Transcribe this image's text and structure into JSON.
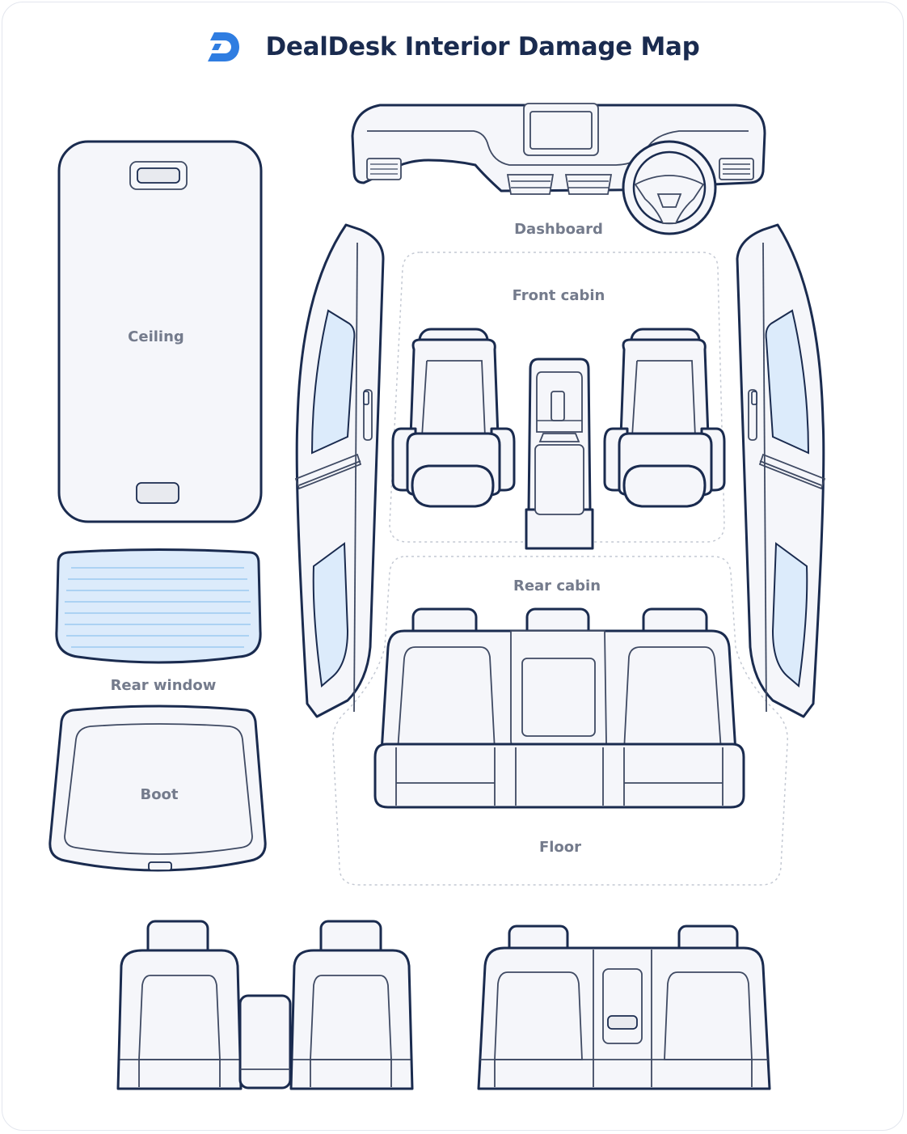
{
  "header": {
    "title": "DealDesk Interior Damage Map",
    "logo_icon": "dealdesk-d-logo-icon",
    "logo_color": "#2f7de1"
  },
  "colors": {
    "outline": "#1a2b4f",
    "fill": "#f5f6fa",
    "glass": "#dcebfb",
    "label": "#747b8c"
  },
  "zones": {
    "dashboard": "Dashboard",
    "front_cabin": "Front cabin",
    "rear_cabin": "Rear cabin",
    "floor": "Floor",
    "ceiling": "Ceiling",
    "rear_window": "Rear window",
    "boot": "Boot"
  }
}
